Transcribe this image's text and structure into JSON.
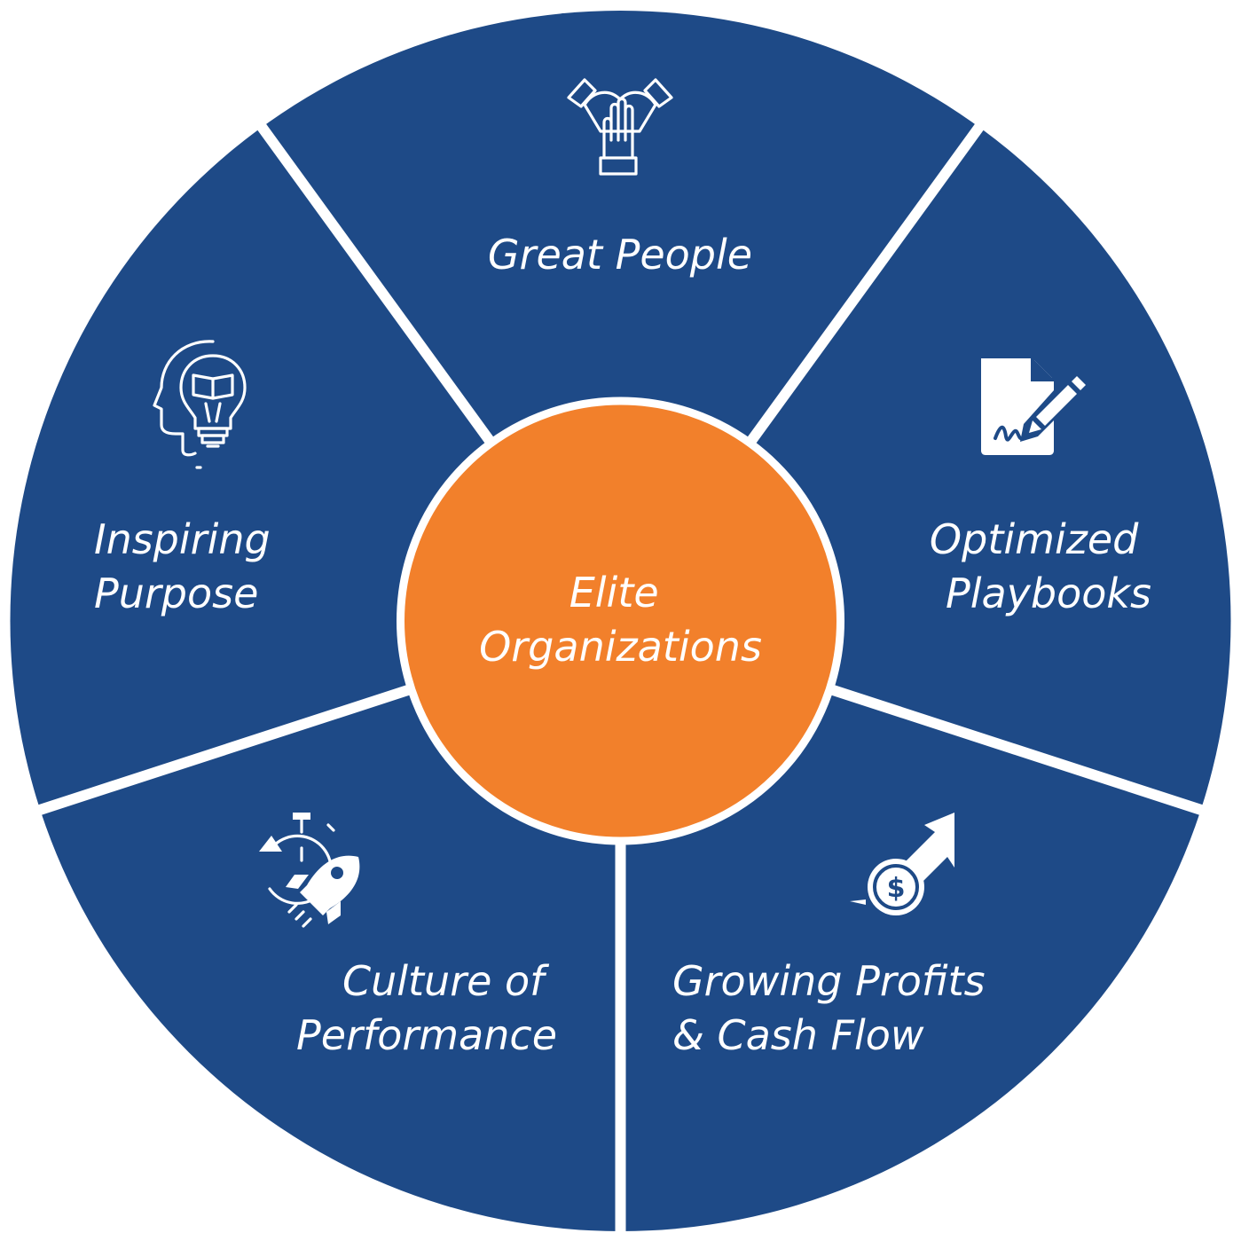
{
  "diagram": {
    "center": {
      "line1": "Elite",
      "line2": "Organizations"
    },
    "segments": [
      {
        "id": "great-people",
        "line1": "Great People",
        "line2": "",
        "icon": "hands-together-icon"
      },
      {
        "id": "optimized-playbooks",
        "line1": "Optimized",
        "line2": "Playbooks",
        "icon": "document-signature-icon"
      },
      {
        "id": "growing-profits",
        "line1": "Growing Profits",
        "line2": "& Cash Flow",
        "icon": "dollar-growth-arrow-icon"
      },
      {
        "id": "culture-performance",
        "line1": "Culture of",
        "line2": "Performance",
        "icon": "stopwatch-rocket-icon"
      },
      {
        "id": "inspiring-purpose",
        "line1": "Inspiring",
        "line2": "Purpose",
        "icon": "head-lightbulb-book-icon"
      }
    ],
    "colors": {
      "segment": "#1e4a87",
      "center": "#f2802b",
      "divider": "#ffffff",
      "text": "#ffffff"
    }
  }
}
